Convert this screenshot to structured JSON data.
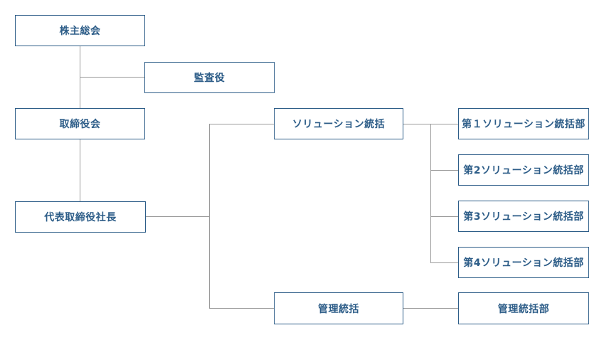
{
  "colors": {
    "accent": "#2d5d88",
    "line": "#9a9a9a"
  },
  "org": {
    "shareholders": "株主総会",
    "auditor": "監査役",
    "board": "取締役会",
    "ceo": "代表取締役社長",
    "solutions_head": "ソリューション統括",
    "solutions_depts": [
      "第１ソリューション統括部",
      "第2ソリューション統括部",
      "第3ソリューション統括部",
      "第4ソリューション統括部"
    ],
    "admin_head": "管理統括",
    "admin_dept": "管理統括部"
  }
}
